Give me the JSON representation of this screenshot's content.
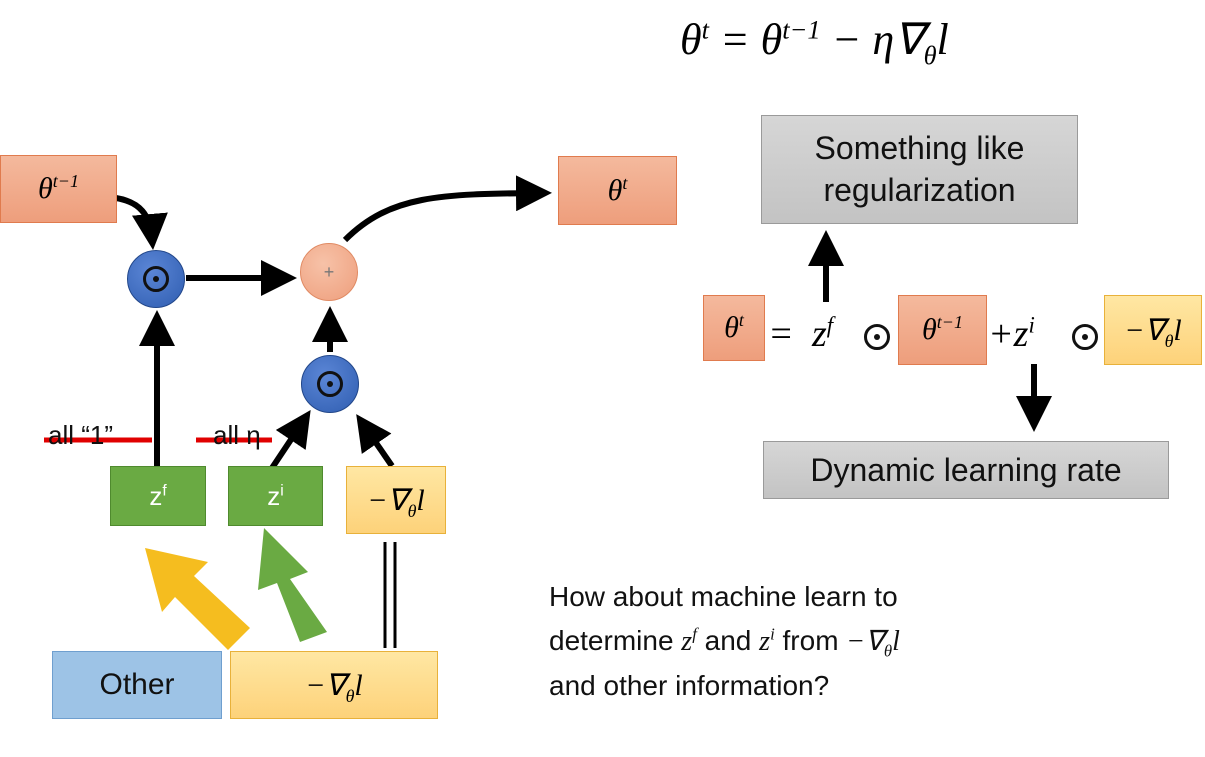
{
  "top_formula": {
    "lhs": "θ",
    "lhs_sup": "t",
    "eq": " = θ",
    "sup2": "t−1",
    "rest": " − η∇",
    "sub": "θ",
    "tail": "l"
  },
  "theta_prev": {
    "base": "θ",
    "sup": "t−1"
  },
  "theta_t": {
    "base": "θ",
    "sup": "t"
  },
  "plus_node": "+",
  "zf": {
    "base": "z",
    "sup": "f"
  },
  "zi": {
    "base": "z",
    "sup": "i"
  },
  "grad": {
    "prefix": "−∇",
    "sub": "θ",
    "tail": "l"
  },
  "strike_labels": {
    "all_one": "all “1”",
    "all_eta": "all η"
  },
  "other_label": "Other",
  "regularization_label": "Something like regularization",
  "dlr_label": "Dynamic learning rate",
  "eq2": {
    "eq": "=",
    "z": "z",
    "f": "f",
    "plus": "+",
    "i": "i"
  },
  "question": {
    "line1": "How about machine learn to",
    "line2_a": "determine ",
    "line2_and": " and ",
    "line2_from": " from ",
    "line3": "and other information?"
  },
  "colors": {
    "orange": "#ee9e7c",
    "yellow": "#fdd27a",
    "green": "#6aaa43",
    "blue_node": "#2f5db0",
    "gray": "#c3c3c3",
    "blue_box": "#9dc3e6",
    "strike": "#e00000",
    "arrow_yellow": "#f5bd1f",
    "arrow_green": "#6aaa43"
  }
}
